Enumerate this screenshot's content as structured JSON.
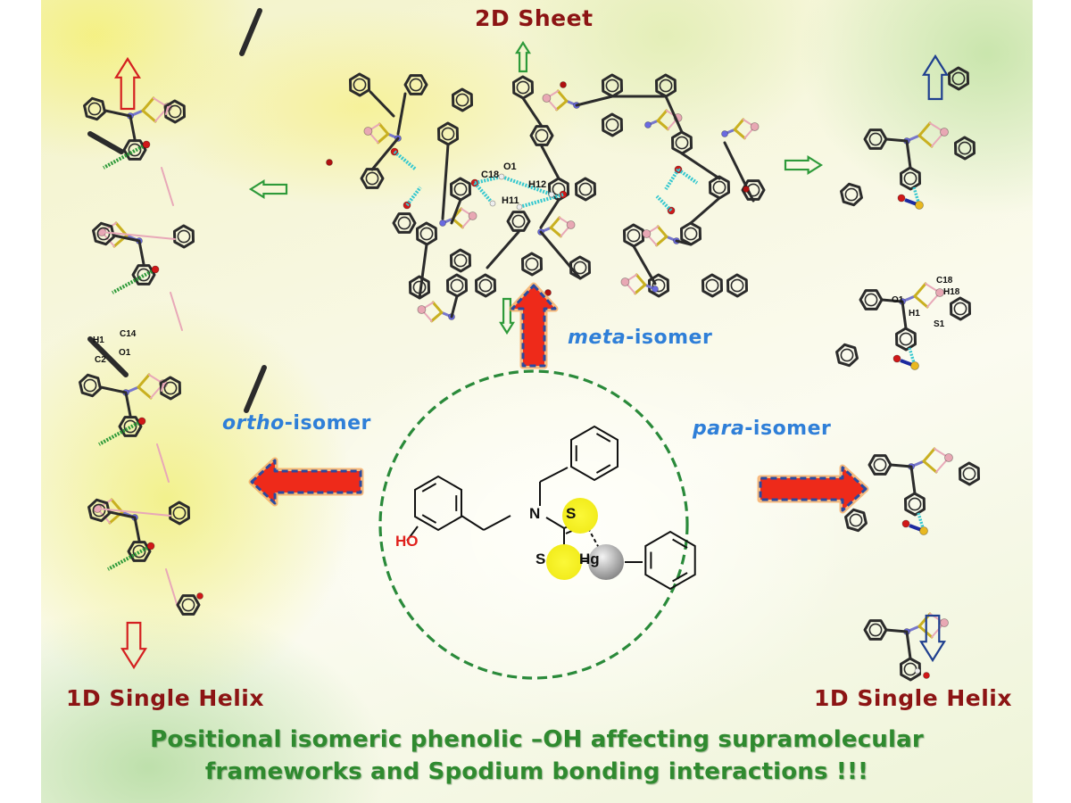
{
  "header": {
    "top_label": "2D Sheet"
  },
  "left_panel": {
    "bottom_label": "1D Single Helix",
    "isomer_label_italic": "ortho",
    "isomer_label_suffix": "-isomer",
    "atom_labels": [
      "H1",
      "C14",
      "O1",
      "C2"
    ],
    "arrow_color": "#d42020"
  },
  "top_panel": {
    "isomer_label_italic": "meta",
    "isomer_label_suffix": "-isomer",
    "atom_labels": [
      "C18",
      "O1",
      "H12",
      "H11"
    ],
    "arrow_color": "#2e9a3a"
  },
  "right_panel": {
    "bottom_label": "1D Single Helix",
    "isomer_label_italic": "para",
    "isomer_label_suffix": "-isomer",
    "atom_labels": [
      "C18",
      "H18",
      "O1",
      "H1",
      "S1"
    ],
    "arrow_color": "#1f3f8f"
  },
  "center_molecule": {
    "labels": {
      "hydroxyl": "HO",
      "nitrogen": "N",
      "sulfur_1": "S",
      "sulfur_2": "S",
      "mercury": "Hg"
    },
    "colors": {
      "hydroxyl": "#e0201c",
      "sulfur": "#f5f020",
      "mercury": "#a8a8a8",
      "circle": "#2a8a3a"
    }
  },
  "caption": {
    "line1": "Positional isomeric phenolic –OH affecting supramolecular",
    "line2": "frameworks and Spodium bonding interactions !!!"
  },
  "colors": {
    "title_red": "#8c1414",
    "isomer_blue": "#2f7fd8",
    "caption_green": "#2f8a2f",
    "big_arrow_fill": "#ee2a1a",
    "big_arrow_dash": "#2a4aa0"
  }
}
